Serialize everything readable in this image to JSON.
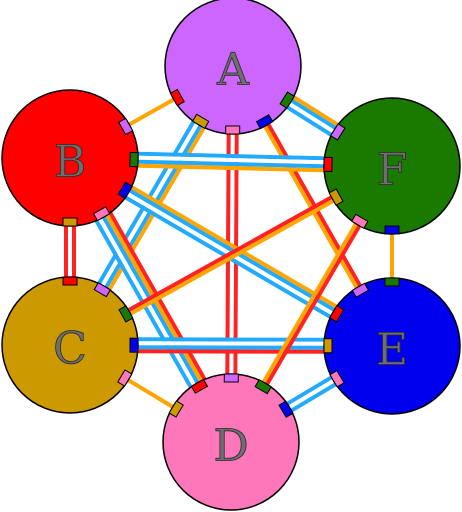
{
  "nodes": [
    {
      "id": "A",
      "label": "A",
      "color": "#cc66ff"
    },
    {
      "id": "B",
      "label": "B",
      "color": "#ff0000"
    },
    {
      "id": "C",
      "label": "C",
      "color": "#cc9900"
    },
    {
      "id": "D",
      "label": "D",
      "color": "#ff77bb"
    },
    {
      "id": "E",
      "label": "E",
      "color": "#0000ee"
    },
    {
      "id": "F",
      "label": "F",
      "color": "#1a7a00"
    }
  ],
  "edges": [
    {
      "from": "A",
      "to": "B",
      "colors": [
        "#ffa500"
      ]
    },
    {
      "from": "A",
      "to": "C",
      "colors": [
        "#ffa500",
        "#22aaff",
        "#ffffff",
        "#22aaff"
      ]
    },
    {
      "from": "A",
      "to": "D",
      "colors": [
        "#ff2222",
        "#ffffff",
        "#ff2222"
      ]
    },
    {
      "from": "A",
      "to": "E",
      "colors": [
        "#ff2222",
        "#ffa500"
      ]
    },
    {
      "from": "A",
      "to": "F",
      "colors": [
        "#ffa500",
        "#22aaff",
        "#ffffff",
        "#22aaff"
      ]
    },
    {
      "from": "B",
      "to": "C",
      "colors": [
        "#ff2222",
        "#ffffff",
        "#ff2222"
      ]
    },
    {
      "from": "B",
      "to": "D",
      "colors": [
        "#ff2222",
        "#ffa500",
        "#22aaff",
        "#ffffff",
        "#22aaff"
      ]
    },
    {
      "from": "B",
      "to": "E",
      "colors": [
        "#ffa500",
        "#22aaff",
        "#ffffff",
        "#22aaff"
      ]
    },
    {
      "from": "B",
      "to": "F",
      "colors": [
        "#22aaff",
        "#ffffff",
        "#22aaff",
        "#ffa500"
      ]
    },
    {
      "from": "C",
      "to": "D",
      "colors": [
        "#ffa500"
      ]
    },
    {
      "from": "C",
      "to": "E",
      "colors": [
        "#22aaff",
        "#ffffff",
        "#22aaff",
        "#ff2222"
      ]
    },
    {
      "from": "C",
      "to": "F",
      "colors": [
        "#ff2222",
        "#ffa500"
      ]
    },
    {
      "from": "D",
      "to": "E",
      "colors": [
        "#22aaff",
        "#ffffff",
        "#22aaff"
      ]
    },
    {
      "from": "D",
      "to": "F",
      "colors": [
        "#ffa500",
        "#ff2222"
      ]
    },
    {
      "from": "E",
      "to": "F",
      "colors": [
        "#ffa500"
      ]
    }
  ]
}
